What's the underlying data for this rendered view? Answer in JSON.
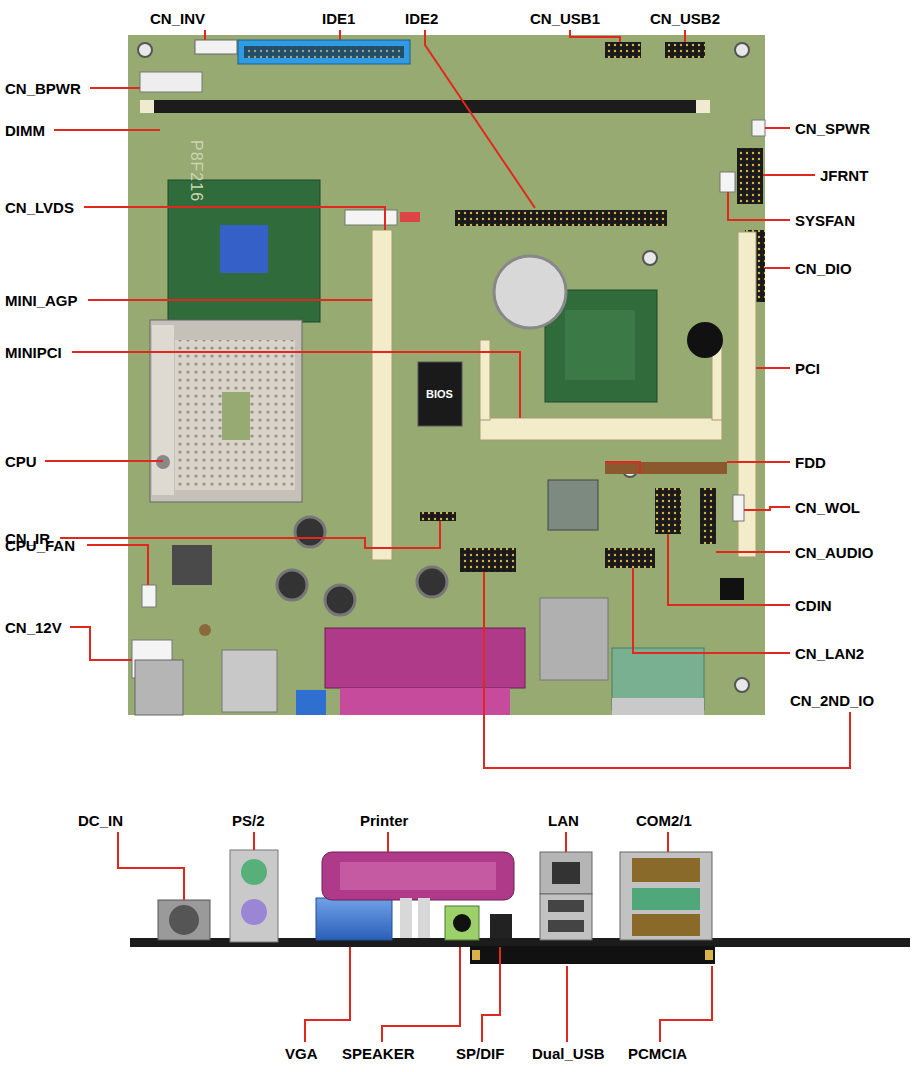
{
  "diagram": {
    "labels": [
      "CN_INV",
      "IDE1",
      "IDE2",
      "CN_USB1",
      "CN_USB2",
      "CN_BPWR",
      "CN_SPWR",
      "DIMM",
      "JFRNT",
      "SYSFAN",
      "CN_LVDS",
      "P8F216",
      "CN_DIO",
      "MINI_AGP",
      "MINIPCI",
      "PCI",
      "BIOS",
      "CPU",
      "FDD",
      "CN_IR",
      "CN_WOL",
      "CPU_FAN",
      "CN_AUDIO",
      "CN_12V",
      "CDIN",
      "CN_LAN2",
      "CN_2ND_IO",
      "DC_IN",
      "PS/2",
      "Printer",
      "LAN",
      "COM2/1",
      "VGA",
      "SPEAKER",
      "SP/DIF",
      "Dual_USB",
      "PCMCIA"
    ]
  }
}
